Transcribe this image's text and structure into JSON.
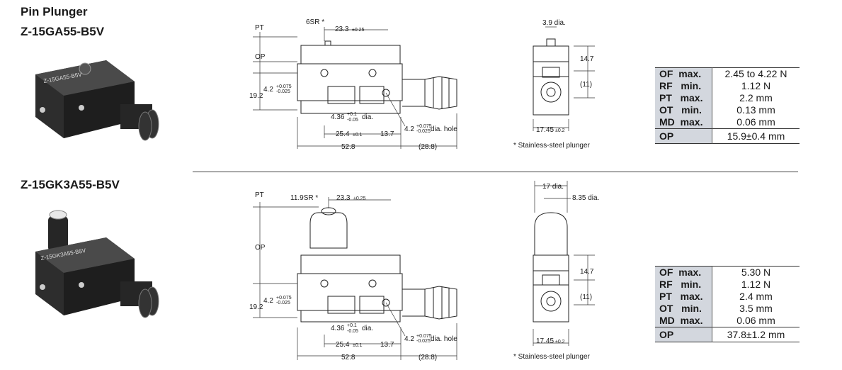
{
  "section_title": "Pin Plunger",
  "models": [
    {
      "name": "Z-15GA55-B5V",
      "photo_text": "Z-15GA55-B5V",
      "specs": [
        {
          "key": "OF",
          "qual": "max.",
          "value": "2.45 to 4.22 N"
        },
        {
          "key": "RF",
          "qual": "min.",
          "value": "1.12 N"
        },
        {
          "key": "PT",
          "qual": "max.",
          "value": "2.2 mm"
        },
        {
          "key": "OT",
          "qual": "min.",
          "value": "0.13 mm"
        },
        {
          "key": "MD",
          "qual": "max.",
          "value": "0.06 mm"
        }
      ],
      "op": {
        "key": "OP",
        "value": "15.9±0.4 mm"
      },
      "dims": {
        "pt": "PT",
        "op": "OP",
        "sr": "6SR *",
        "top_dim": "23.3",
        "top_tol": "±0.25",
        "hole_dia": "4.2",
        "hole_tol_up": "+0.075",
        "hole_tol_dn": "-0.025",
        "height": "19.2",
        "pin_dia": "4.36",
        "pin_tol_up": "+0.1",
        "pin_tol_dn": "-0.05",
        "dia": "dia.",
        "pitch": "25.4",
        "pitch_tol": "±0.1",
        "end": "13.7",
        "hole_label": "dia. hole",
        "length": "52.8",
        "cable": "(28.8)",
        "plunger_dia": "3.9 dia.",
        "side_h1": "14.7",
        "side_h2": "(11)",
        "side_w": "17.45",
        "side_w_tol": "±0.2"
      },
      "note": "* Stainless-steel plunger"
    },
    {
      "name": "Z-15GK3A55-B5V",
      "photo_text": "Z-15GK3A55-B5V",
      "specs": [
        {
          "key": "OF",
          "qual": "max.",
          "value": "5.30 N"
        },
        {
          "key": "RF",
          "qual": "min.",
          "value": "1.12 N"
        },
        {
          "key": "PT",
          "qual": "max.",
          "value": "2.4 mm"
        },
        {
          "key": "OT",
          "qual": "min.",
          "value": "3.5 mm"
        },
        {
          "key": "MD",
          "qual": "max.",
          "value": "0.06 mm"
        }
      ],
      "op": {
        "key": "OP",
        "value": "37.8±1.2 mm"
      },
      "dims": {
        "pt": "PT",
        "op": "OP",
        "sr": "11.9SR *",
        "top_dim": "23.3",
        "top_tol": "±0.25",
        "hole_dia": "4.2",
        "hole_tol_up": "+0.075",
        "hole_tol_dn": "-0.025",
        "height": "19.2",
        "pin_dia": "4.36",
        "pin_tol_up": "+0.1",
        "pin_tol_dn": "-0.05",
        "dia": "dia.",
        "pitch": "25.4",
        "pitch_tol": "±0.1",
        "end": "13.7",
        "hole_label": "dia. hole",
        "length": "52.8",
        "cable": "(28.8)",
        "cap_dia": "17 dia.",
        "plunger_dia": "8.35 dia.",
        "side_h1": "14.7",
        "side_h2": "(11)",
        "side_w": "17.45",
        "side_w_tol": "±0.2"
      },
      "note": "* Stainless-steel plunger"
    }
  ]
}
